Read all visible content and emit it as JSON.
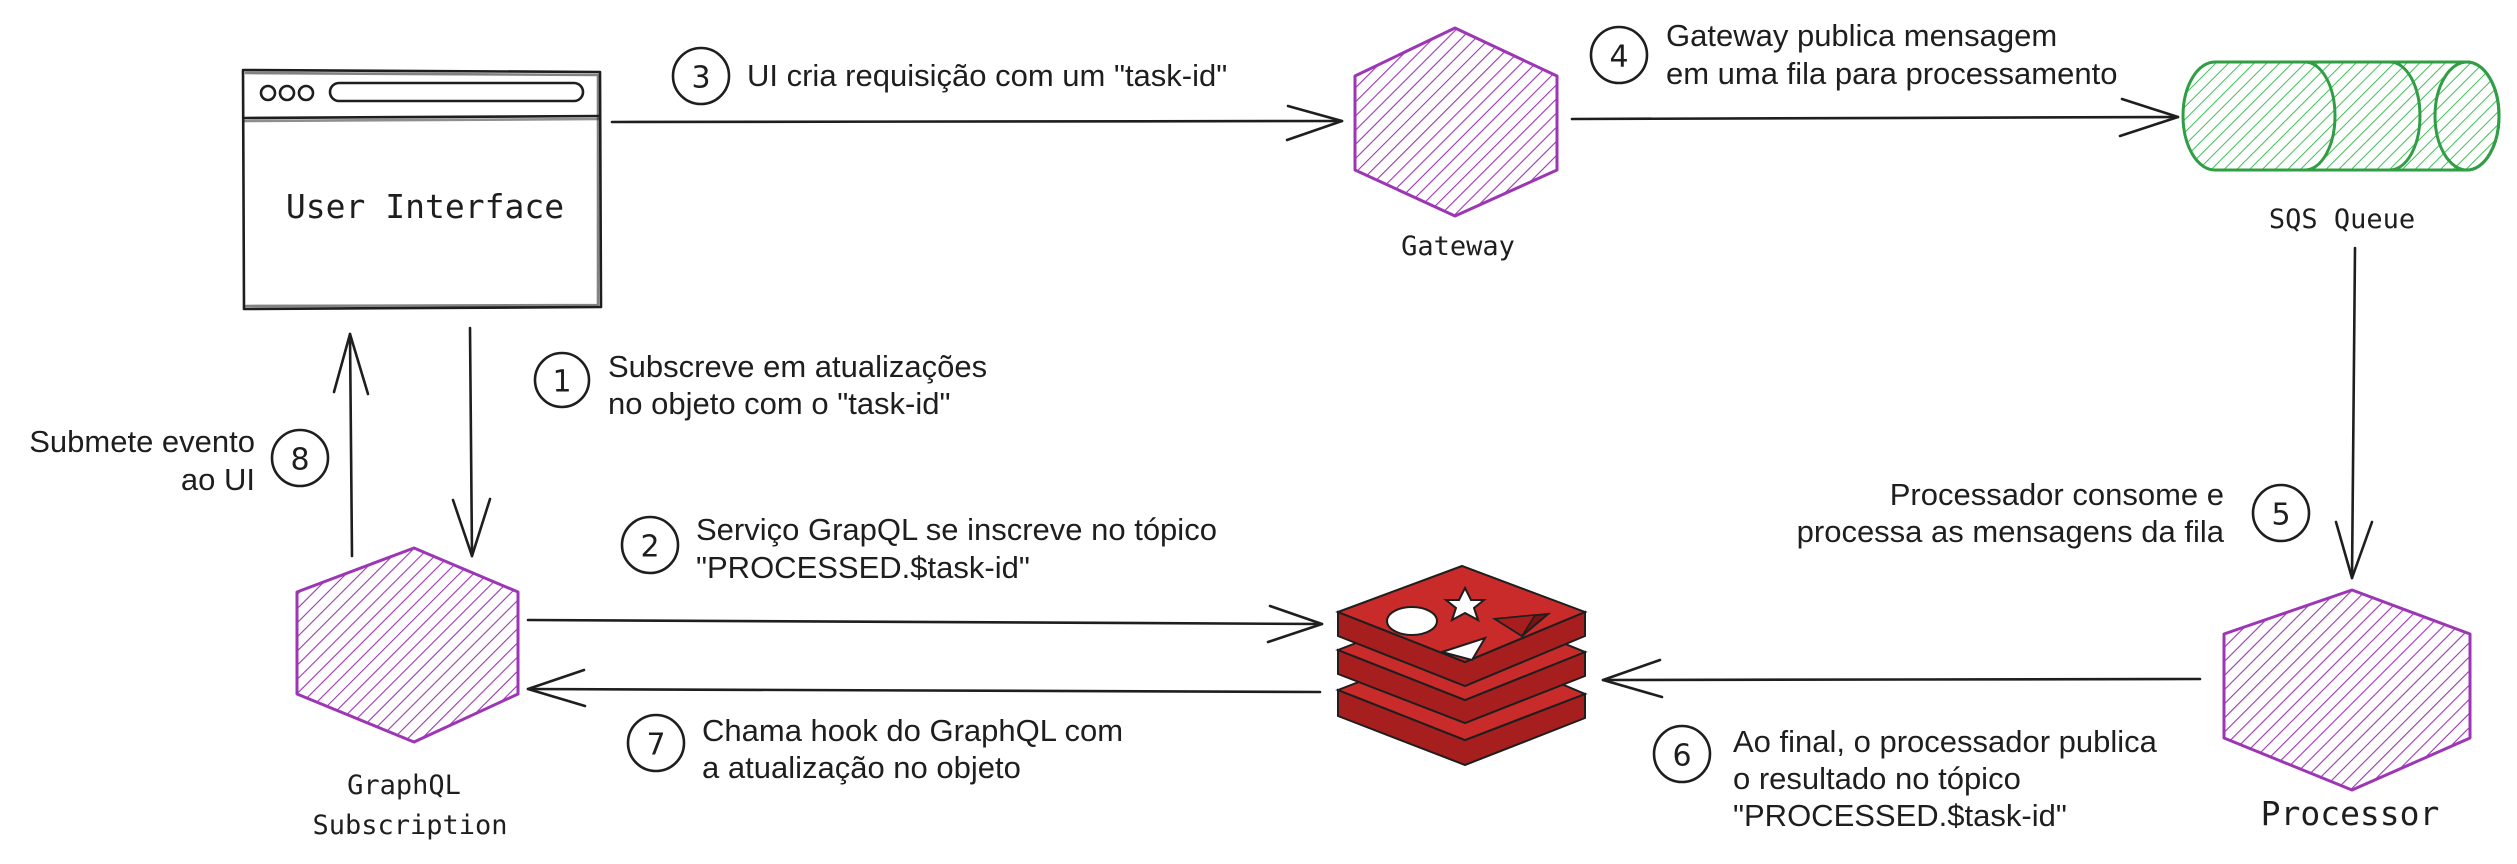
{
  "nodes": {
    "user_interface": "User Interface",
    "gateway": "Gateway",
    "sqs_queue": "SQS Queue",
    "graphql_line1": "GraphQL",
    "graphql_line2": "Subscription",
    "processor": "Processor"
  },
  "steps": [
    {
      "number": "1",
      "lines": [
        "Subscreve em atualizações",
        "no objeto com o \"task-id\""
      ]
    },
    {
      "number": "2",
      "lines": [
        "Serviço GrapQL se inscreve no tópico",
        "\"PROCESSED.$task-id\""
      ]
    },
    {
      "number": "3",
      "lines": [
        "UI cria requisição com um \"task-id\""
      ]
    },
    {
      "number": "4",
      "lines": [
        "Gateway publica mensagem",
        "em uma fila para processamento"
      ]
    },
    {
      "number": "5",
      "lines": [
        "Processador consome e",
        "processa as mensagens da fila"
      ]
    },
    {
      "number": "6",
      "lines": [
        "Ao final, o processador publica",
        "o resultado no tópico",
        "\"PROCESSED.$task-id\""
      ]
    },
    {
      "number": "7",
      "lines": [
        "Chama hook do GraphQL com",
        "a atualização no objeto"
      ]
    },
    {
      "number": "8",
      "lines": [
        "Submete evento",
        "ao UI"
      ]
    }
  ],
  "colors": {
    "service_hexagon": "#9c36b5",
    "queue": "#2f9e44",
    "redis": "#c92a2a",
    "ink": "#1e1e1e"
  },
  "icons": [
    "browser-window-icon",
    "redis-stack-icon",
    "queue-cylinder-icon",
    "hexagon-service-icon"
  ]
}
